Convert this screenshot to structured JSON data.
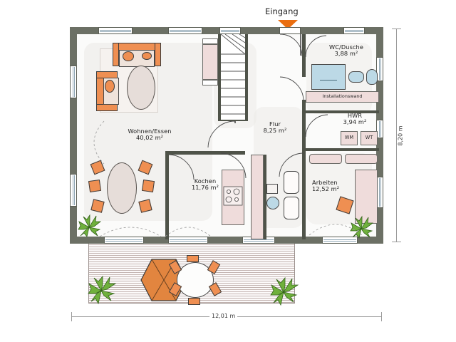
{
  "plan": {
    "entrance_label": "Eingang",
    "dim_width": "12,01 m",
    "dim_height": "8,20 m"
  },
  "rooms": [
    {
      "id": "wohnen",
      "name": "Wohnen/Essen",
      "area": "40,02 m²"
    },
    {
      "id": "kochen",
      "name": "Kochen",
      "area": "11,76 m²"
    },
    {
      "id": "flur",
      "name": "Flur",
      "area": "8,25 m²"
    },
    {
      "id": "wc",
      "name": "WC/Dusche",
      "area": "3,88 m²"
    },
    {
      "id": "hwr",
      "name": "HWR",
      "area": "3,94 m²"
    },
    {
      "id": "arbeiten",
      "name": "Arbeiten",
      "area": "12,52 m²"
    }
  ],
  "annotations": {
    "installationswand": "Installationswand",
    "washing_machine": "WM",
    "dryer": "WT"
  },
  "colors": {
    "wall": "#6c7065",
    "inner_wall": "#4f5349",
    "furniture_orange": "#ef8f52",
    "furniture_pink": "#efdcdb",
    "sanitary_blue": "#bcd9e6",
    "plant_green": "#64a639",
    "marker_orange": "#ea6e10",
    "deck": "#e8dedc"
  }
}
